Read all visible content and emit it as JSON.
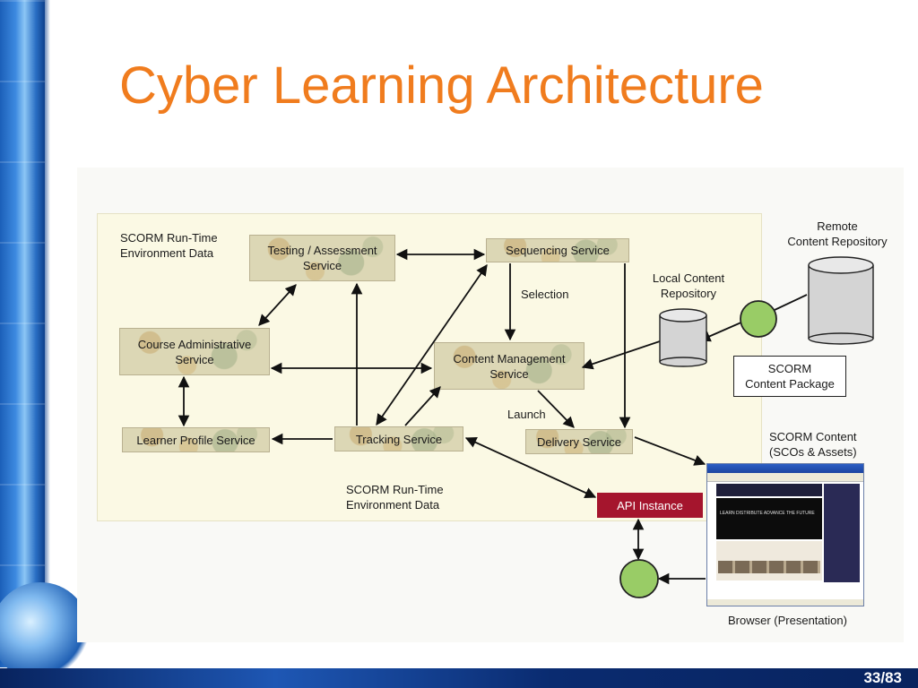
{
  "slide": {
    "title": "Cyber Learning Architecture",
    "page_number": "33/83"
  },
  "diagram": {
    "runtime_data_top": [
      "SCORM Run-Time",
      "Environment Data"
    ],
    "runtime_data_bottom": [
      "SCORM Run-Time",
      "Environment Data"
    ],
    "services": {
      "testing": [
        "Testing / Assessment",
        "Service"
      ],
      "sequencing": "Sequencing Service",
      "course_admin": [
        "Course Administrative",
        "Service"
      ],
      "content_mgmt": [
        "Content Management",
        "Service"
      ],
      "learner_profile": "Learner Profile Service",
      "tracking": "Tracking Service",
      "delivery": "Delivery Service"
    },
    "arrow_labels": {
      "selection": "Selection",
      "launch": "Launch"
    },
    "api_instance": "API Instance",
    "local_repo": [
      "Local Content",
      "Repository"
    ],
    "remote_repo": [
      "Remote",
      "Content Repository"
    ],
    "package": [
      "SCORM",
      "Content Package"
    ],
    "scorm_content": [
      "SCORM Content",
      "(SCOs & Assets)"
    ],
    "browser_caption": "Browser (Presentation)",
    "browser_screen_text": "LEARN DISTRIBUTE ADVANCE THE FUTURE"
  },
  "colors": {
    "title": "#f07c1e",
    "api_instance": "#a5152d",
    "connector": "#99cc66",
    "panel": "#fbf9e4"
  }
}
